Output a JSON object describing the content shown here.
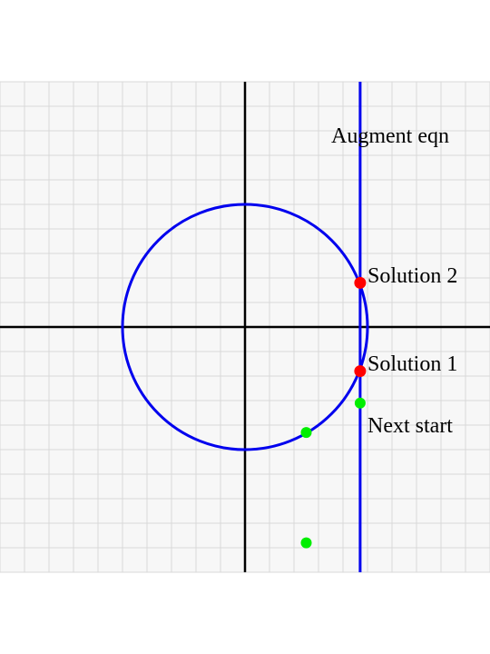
{
  "diagram": {
    "grid": {
      "range_x": [
        -10,
        10
      ],
      "range_y": [
        -10,
        10
      ],
      "step": 1,
      "shown": true
    },
    "circle": {
      "center": [
        0,
        0
      ],
      "radius": 5,
      "color": "#0000ee"
    },
    "augment_line": {
      "x": 4.7,
      "color": "#0000ee"
    },
    "solution_points": [
      {
        "label": "Solution 2",
        "x": 4.7,
        "y": 1.8,
        "color": "#ff0000"
      },
      {
        "label": "Solution 1",
        "x": 4.7,
        "y": -1.8,
        "color": "#ff0000"
      }
    ],
    "start_points": [
      {
        "x": 4.7,
        "y": -3.1,
        "color": "#00ee00"
      },
      {
        "x": 2.5,
        "y": -4.3,
        "color": "#00ee00"
      },
      {
        "x": 2.5,
        "y": -8.8,
        "color": "#00ee00"
      }
    ],
    "labels": {
      "augment": "Augment eqn",
      "next_start": "Next start"
    }
  }
}
